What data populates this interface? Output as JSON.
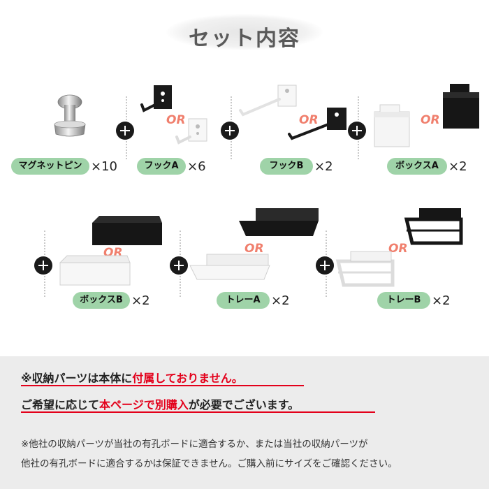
{
  "title": "セット内容",
  "or_label": "OR",
  "items": [
    {
      "name": "マグネットピン",
      "qty": "×10"
    },
    {
      "name": "フックA",
      "qty": "×6"
    },
    {
      "name": "フックB",
      "qty": "×2"
    },
    {
      "name": "ボックスA",
      "qty": "×2"
    },
    {
      "name": "ボックスB",
      "qty": "×2"
    },
    {
      "name": "トレーA",
      "qty": "×2"
    },
    {
      "name": "トレーB",
      "qty": "×2"
    }
  ],
  "notes": {
    "line1_a": "※収納パーツは本体に",
    "line1_b": "付属しておりません。",
    "line2_a": "ご希望に応じて",
    "line2_b": "本ページで別購入",
    "line2_c": "が必要でございます。",
    "small1": "※他社の収納パーツが当社の有孔ボードに適合するか、または当社の収納パーツが",
    "small2": "他社の有孔ボードに適合するかは保証できません。ご購入前にサイズをご確認ください。"
  },
  "colors": {
    "pill": "#9fd3a8",
    "or": "#f07f6d",
    "accent_red": "#e3001b",
    "band": "#ececec"
  }
}
